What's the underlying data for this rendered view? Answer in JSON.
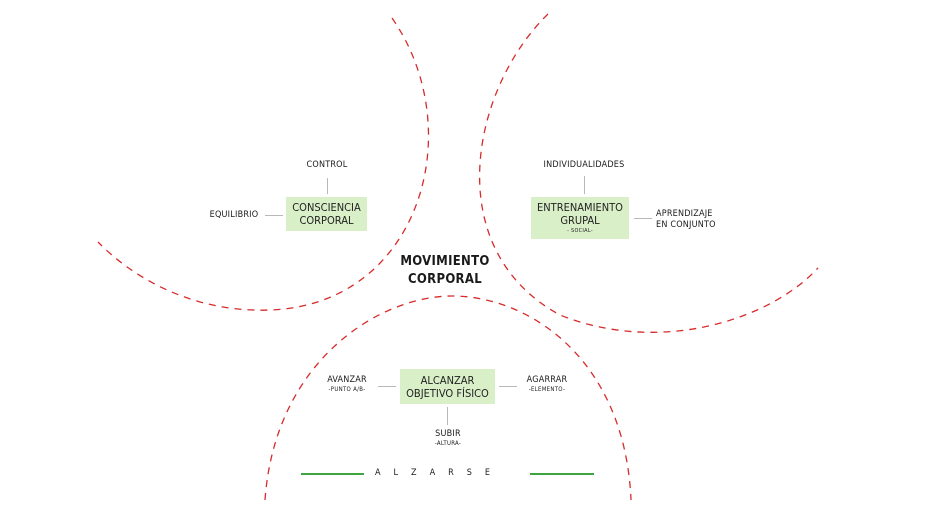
{
  "center": {
    "line1": "MOVIMIENTO",
    "line2": "CORPORAL"
  },
  "consciencia": {
    "box_line1": "CONSCIENCIA",
    "box_line2": "CORPORAL",
    "top_label": "CONTROL",
    "left_label": "EQUILIBRIO"
  },
  "entrenamiento": {
    "box_line1": "ENTRENAMIENTO",
    "box_line2": "GRUPAL",
    "box_sub": "- SOCIAL-",
    "top_label": "INDIVIDUALIDADES",
    "right_line1": "APRENDIZAJE",
    "right_line2": "EN CONJUNTO"
  },
  "alcanzar": {
    "box_line1": "ALCANZAR",
    "box_line2": "OBJETIVO FÍSICO",
    "left_label": "AVANZAR",
    "left_sub": "-PUNTO A/B-",
    "right_label": "AGARRAR",
    "right_sub": "-ELEMENTO-",
    "bottom_label": "SUBIR",
    "bottom_sub": "-ALTURA-"
  },
  "footer": {
    "word": "ALZARSE"
  },
  "colors": {
    "dash": "#d62b2b",
    "box": "#d9efc8",
    "rule": "#3fa63f",
    "connector": "#b8b8b8"
  }
}
